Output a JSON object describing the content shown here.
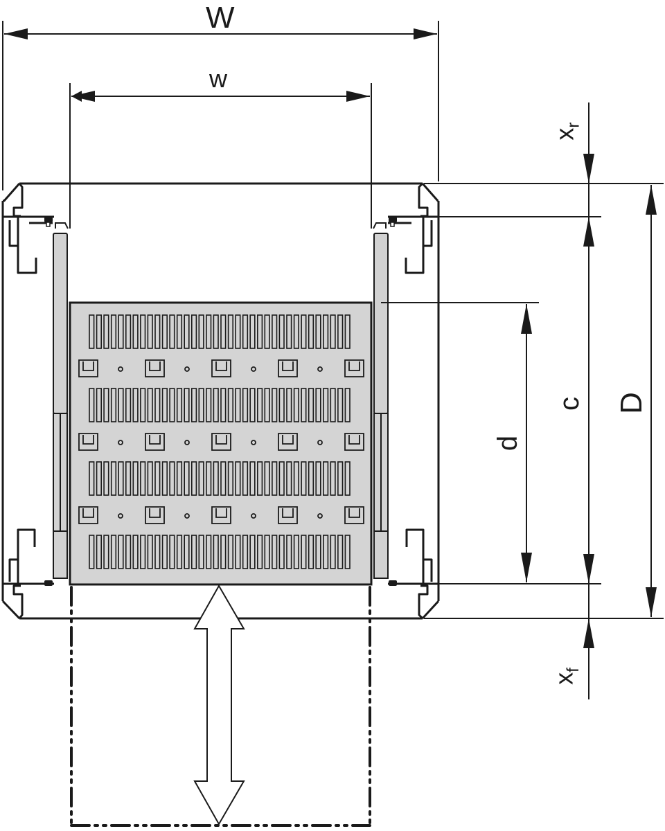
{
  "diagram": {
    "subject": "Sliding shelf inside enclosure frame, top view",
    "colors": {
      "line": "#1a1a1a",
      "shelf_fill": "#d4d4d4",
      "rail_fill": "#d2d2d2",
      "background": "#ffffff"
    },
    "dimensions": {
      "outer_width": {
        "label": "W"
      },
      "inner_width": {
        "label": "w"
      },
      "rear_offset": {
        "label": "x",
        "subscript": "r"
      },
      "front_offset": {
        "label": "x",
        "subscript": "f"
      },
      "rail_length": {
        "label": "c"
      },
      "enclosure_depth": {
        "label": "D"
      },
      "shelf_depth": {
        "label": "d"
      }
    },
    "shelf": {
      "slot_rows": 4,
      "slots_per_row": 36,
      "bracket_rows": 3,
      "brackets_per_row": 5,
      "holes_per_row": 4
    },
    "motion": {
      "arrow": "double-headed pull-out arrow",
      "extended_outline": "dash-dot"
    }
  }
}
